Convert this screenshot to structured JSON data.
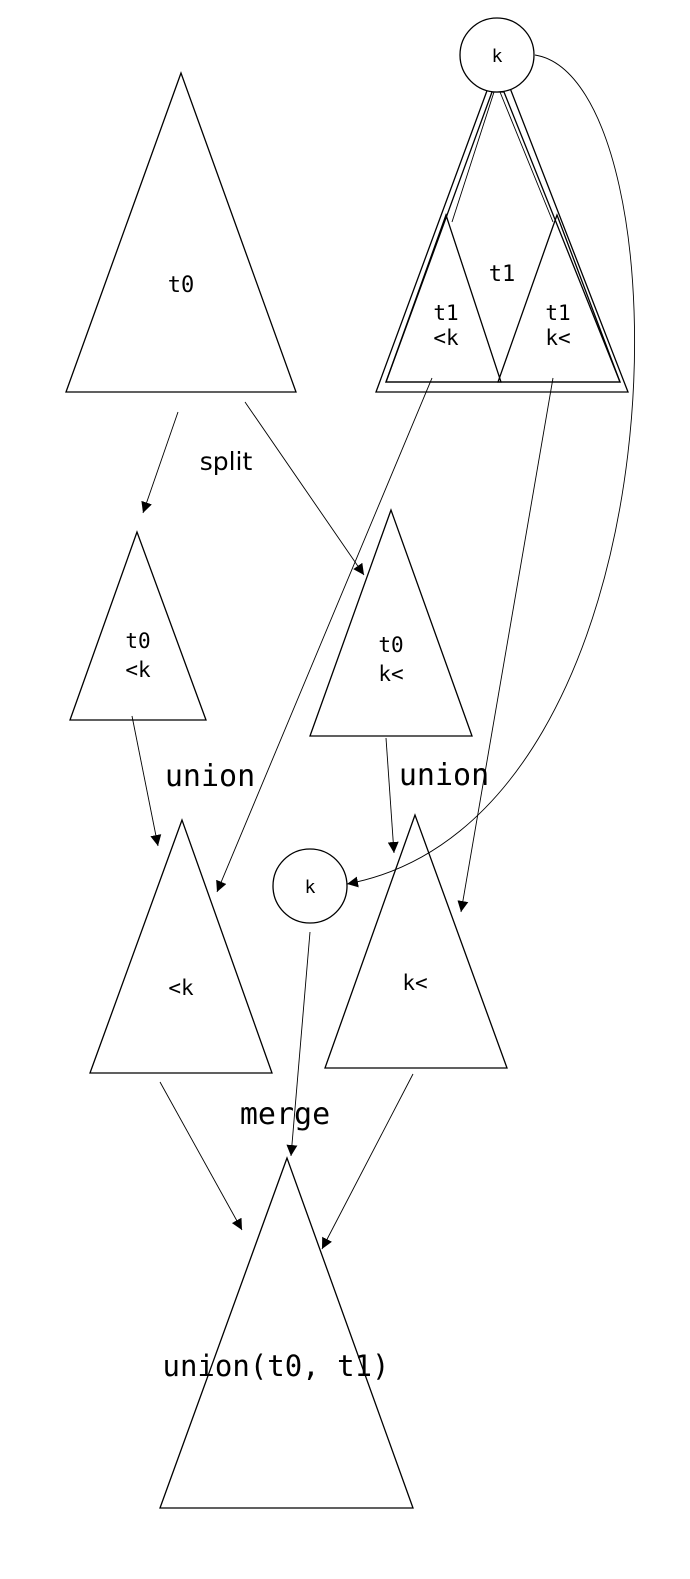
{
  "labels": {
    "t0": "t0",
    "t1": "t1",
    "k_top": "k",
    "t1_left_l1": "t1",
    "t1_left_l2": "<k",
    "t1_right_l1": "t1",
    "t1_right_l2": "k<",
    "split": "split",
    "t0_left_l1": "t0",
    "t0_left_l2": "<k",
    "t0_right_l1": "t0",
    "t0_right_l2": "k<",
    "union_left": "union",
    "union_right": "union",
    "k_mid": "k",
    "less_k": "<k",
    "k_less": "k<",
    "merge": "merge",
    "result": "union(t0, t1)"
  }
}
